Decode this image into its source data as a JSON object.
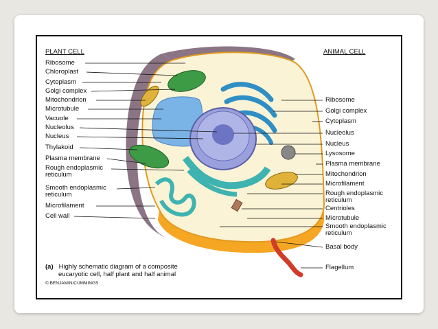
{
  "headings": {
    "plant": "PLANT CELL",
    "animal": "ANIMAL CELL"
  },
  "left_labels": [
    "Ribosome",
    "Chloroplast",
    "Cytoplasm",
    "Golgi complex",
    "Mitochondrion",
    "Microtubule",
    "Vacuole",
    "Nucleolus",
    "Nucleus",
    "Thylakoid",
    "Plasma membrane",
    "Rough endoplasmic\nreticulum",
    "Smooth endoplasmic\nreticulum",
    "Microfilament",
    "Cell wall"
  ],
  "right_labels": [
    "Ribosome",
    "Golgi complex",
    "Cytoplasm",
    "Nucleolus",
    "Nucleus",
    "Lysosome",
    "Plasma membrane",
    "Mitochondrion",
    "Microfilament",
    "Rough endoplasmic\nreticulum",
    "Centrioles",
    "Microtubule",
    "Smooth endoplasmic\nreticulum",
    "Basal body",
    "Flagellum"
  ],
  "caption": {
    "tag": "(a)",
    "line1": "Highly schematic diagram of a composite",
    "line2": "eucaryotic cell, half plant and half animal"
  },
  "credit": "© BENJAMIN/CUMMINGS",
  "colors": {
    "cell_wall": "#8b7585",
    "cytoplasm": "#fbf3d6",
    "membrane": "#f5a623",
    "nucleus": "#8f93d6",
    "chloroplast": "#3d9a45",
    "golgi": "#2f8fc4",
    "er": "#3fb3b0",
    "vacuole": "#7ab3e6",
    "flagellum": "#d13b2a"
  }
}
